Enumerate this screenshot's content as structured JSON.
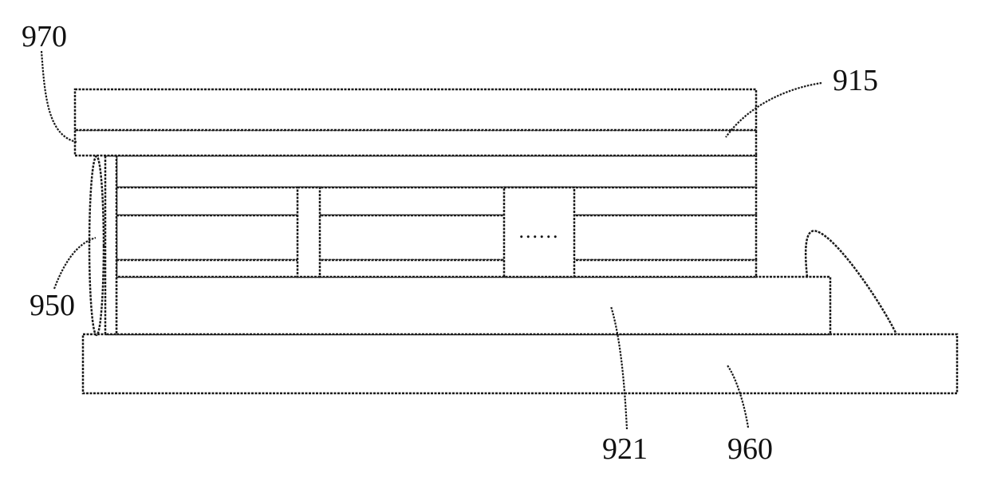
{
  "labels": {
    "ref_970": "970",
    "ref_915": "915",
    "ref_950": "950",
    "ref_921": "921",
    "ref_960": "960"
  },
  "ellipsis": "......",
  "colors": {
    "stroke": "#1a1a1a",
    "background": "#ffffff"
  }
}
